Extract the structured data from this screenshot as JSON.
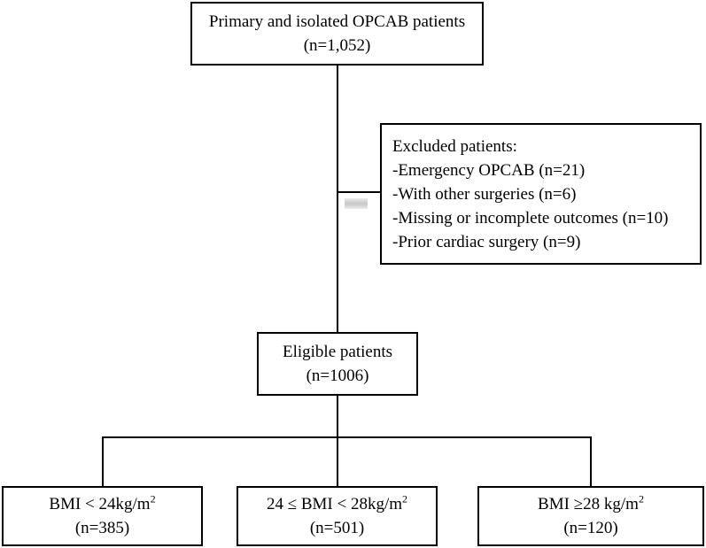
{
  "top_box": {
    "title": "Primary and isolated OPCAB patients",
    "count": "(n=1,052)"
  },
  "excluded_box": {
    "heading": "Excluded patients:",
    "items": [
      "-Emergency OPCAB (n=21)",
      "-With other surgeries (n=6)",
      "-Missing or incomplete outcomes (n=10)",
      "-Prior cardiac surgery (n=9)"
    ]
  },
  "eligible_box": {
    "title": "Eligible patients",
    "count": "(n=1006)"
  },
  "groups": [
    {
      "label": "BMI < 24kg/m",
      "sup": "2",
      "count": "(n=385)"
    },
    {
      "label": "24 ≤ BMI < 28kg/m",
      "sup": "2",
      "count": "(n=501)"
    },
    {
      "label": "BMI ≥28 kg/m",
      "sup": "2",
      "count": "(n=120)"
    }
  ]
}
